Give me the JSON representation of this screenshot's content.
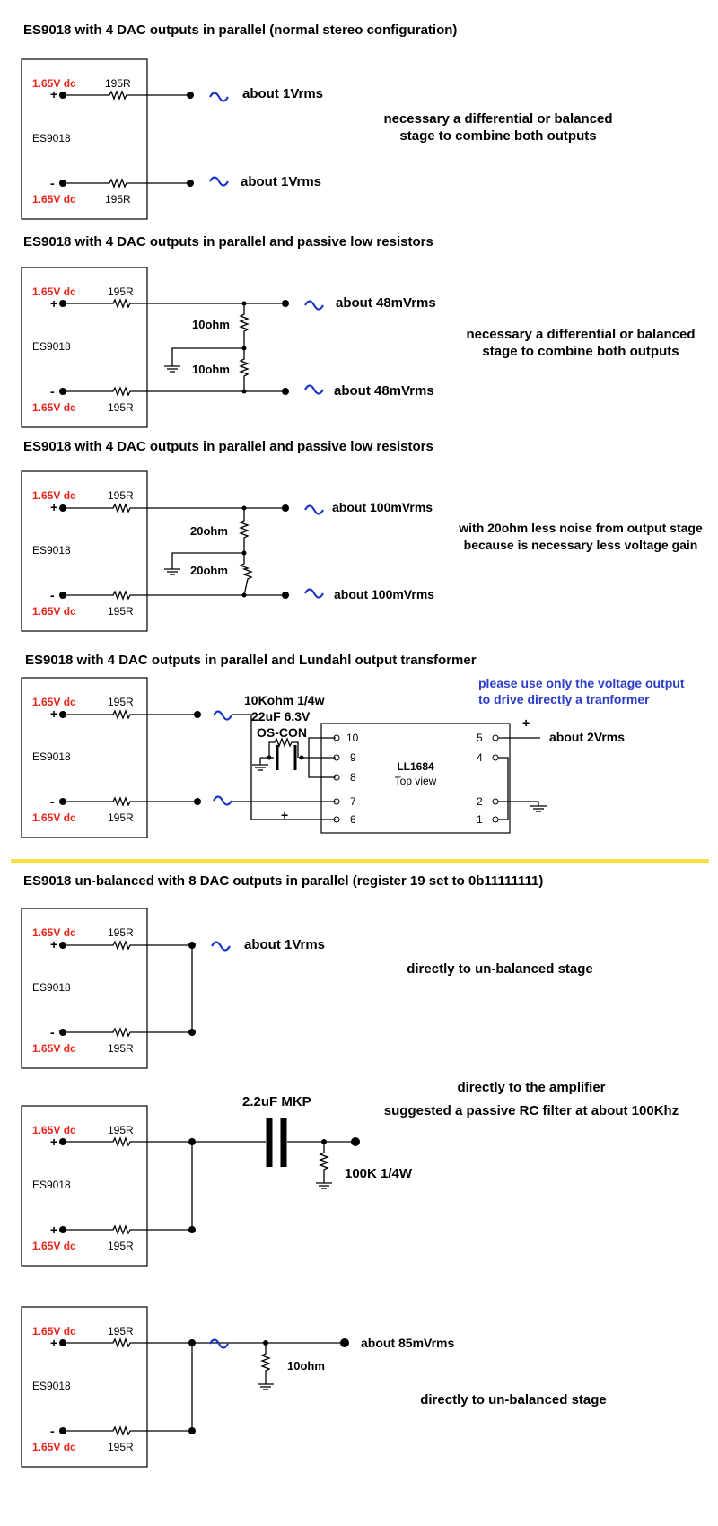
{
  "sections": [
    {
      "title": "ES9018 with 4 DAC outputs in parallel  (normal stereo configuration)",
      "block": {
        "name": "ES9018",
        "top_voltage": "1.65V dc",
        "bottom_voltage": "1.65V dc",
        "top_pin": "+",
        "bottom_pin": "-",
        "resistor": "195R"
      },
      "out_top": "about 1Vrms",
      "out_bottom": "about 1Vrms",
      "note": [
        "necessary a differential or balanced",
        "stage to combine both outputs"
      ]
    },
    {
      "title": "ES9018 with 4 DAC outputs in parallel and passive low resistors",
      "block": {
        "name": "ES9018",
        "top_voltage": "1.65V dc",
        "bottom_voltage": "1.65V dc",
        "top_pin": "+",
        "bottom_pin": "-",
        "resistor": "195R"
      },
      "r_top": "10ohm",
      "r_bottom": "10ohm",
      "out_top": "about 48mVrms",
      "out_bottom": "about 48mVrms",
      "note": [
        "necessary a differential or balanced",
        "stage to combine both outputs"
      ]
    },
    {
      "title": "ES9018 with 4 DAC outputs in parallel and passive low resistors",
      "block": {
        "name": "ES9018",
        "top_voltage": "1.65V dc",
        "bottom_voltage": "1.65V dc",
        "top_pin": "+",
        "bottom_pin": "-",
        "resistor": "195R"
      },
      "r_top": "20ohm",
      "r_bottom": "20ohm",
      "out_top": "about 100mVrms",
      "out_bottom": "about 100mVrms",
      "note": [
        "with 20ohm less noise from output stage",
        "because is necessary less voltage gain"
      ]
    },
    {
      "title": "ES9018 with 4 DAC outputs in parallel and Lundahl output transformer",
      "block": {
        "name": "ES9018",
        "top_voltage": "1.65V dc",
        "bottom_voltage": "1.65V dc",
        "top_pin": "+",
        "bottom_pin": "-",
        "resistor": "195R"
      },
      "cap_label": [
        "10Kohm 1/4w",
        "22uF 6.3V",
        "OS-CON"
      ],
      "transformer": {
        "name": "LL1684",
        "subtitle": "Top view",
        "pins_left": [
          "10",
          "9",
          "8",
          "7",
          "6"
        ],
        "pins_right": [
          "5",
          "4",
          "2",
          "1"
        ]
      },
      "plus_left": "+",
      "plus_right": "+",
      "out": "about 2Vrms",
      "note": [
        "please use only the voltage output",
        "to drive directly a tranformer"
      ]
    },
    {
      "title": "ES9018 un-balanced with 8 DAC outputs in parallel (register 19 set to 0b11111111)",
      "block": {
        "name": "ES9018",
        "top_voltage": "1.65V dc",
        "bottom_voltage": "1.65V dc",
        "top_pin": "+",
        "bottom_pin": "-",
        "resistor": "195R"
      },
      "out": "about 1Vrms",
      "note": [
        "directly to un-balanced stage"
      ]
    },
    {
      "block": {
        "name": "ES9018",
        "top_voltage": "1.65V dc",
        "bottom_voltage": "1.65V dc",
        "top_pin": "+",
        "bottom_pin": "+",
        "resistor": "195R"
      },
      "cap_label": "2.2uF MKP",
      "r_label": "100K 1/4W",
      "note": [
        "directly to the amplifier",
        "suggested a passive RC filter at about 100Khz"
      ]
    },
    {
      "block": {
        "name": "ES9018",
        "top_voltage": "1.65V dc",
        "bottom_voltage": "1.65V dc",
        "top_pin": "+",
        "bottom_pin": "-",
        "resistor": "195R"
      },
      "r_label": "10ohm",
      "out": "about 85mVrms",
      "note": [
        "directly to un-balanced stage"
      ]
    }
  ],
  "colors": {
    "voltage": "#e8241a",
    "wave": "#1a34c8",
    "blue_note": "#2a3ec8",
    "separator": "#f5e23c"
  }
}
